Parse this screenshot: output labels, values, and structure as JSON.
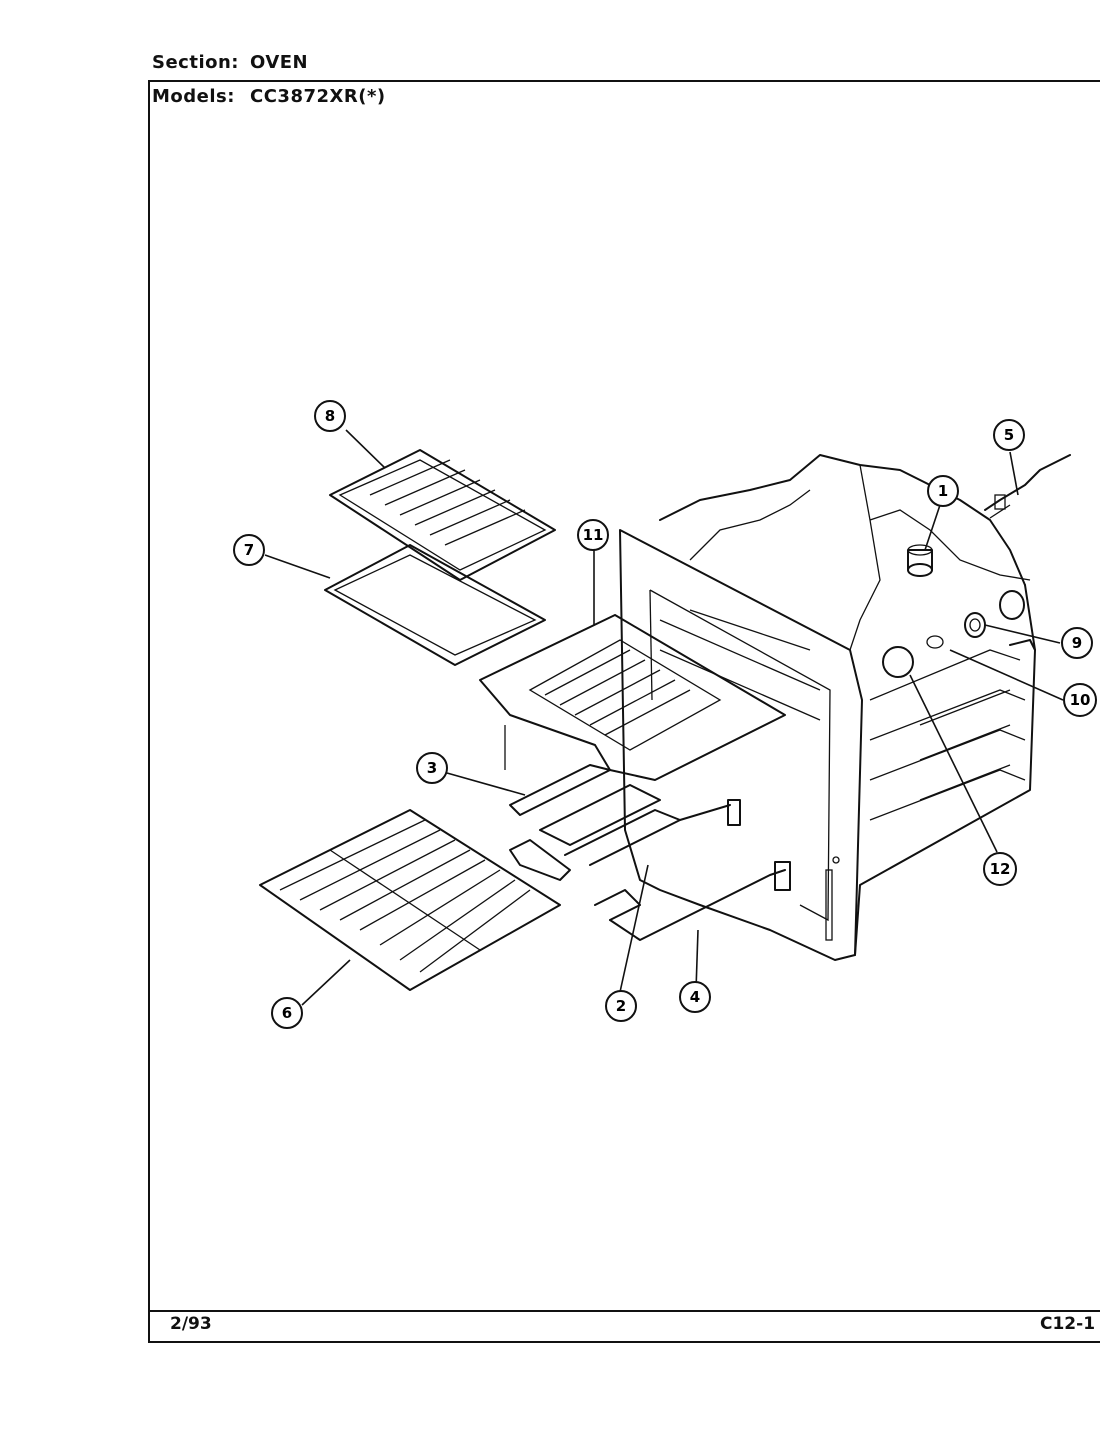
{
  "header": {
    "section_label": "Section:",
    "section_value": "OVEN",
    "models_label": "Models:",
    "models_value": "CC3872XR(*)"
  },
  "footer": {
    "date": "2/93",
    "page_code": "C12-1"
  },
  "callouts": {
    "c1": "1",
    "c2": "2",
    "c3": "3",
    "c4": "4",
    "c5": "5",
    "c6": "6",
    "c7": "7",
    "c8": "8",
    "c9": "9",
    "c10": "10",
    "c11": "11",
    "c12": "12"
  }
}
